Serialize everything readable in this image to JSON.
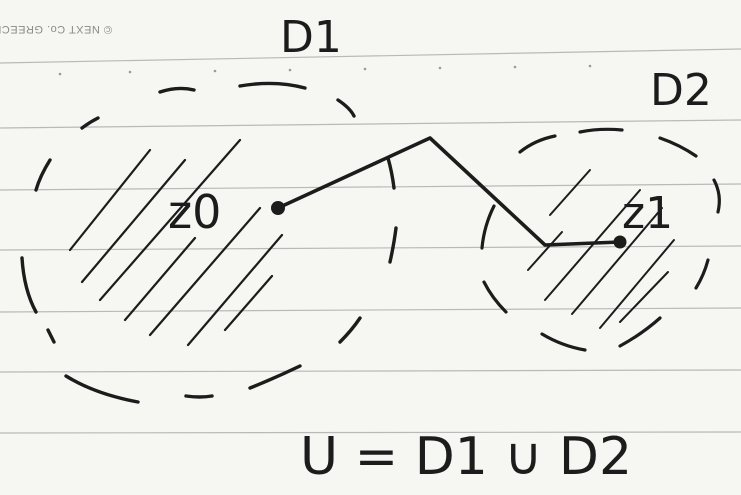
{
  "watermark": "© NEXT Co. GREECE",
  "labels": {
    "d1": "D1",
    "d2": "D2",
    "z0": "z0",
    "z1": "z1",
    "equation": "U = D1 ∪ D2"
  },
  "colors": {
    "paper": "#f6f6f3",
    "rule_line": "#b9b9b9",
    "ink": "#1c1c1c"
  }
}
